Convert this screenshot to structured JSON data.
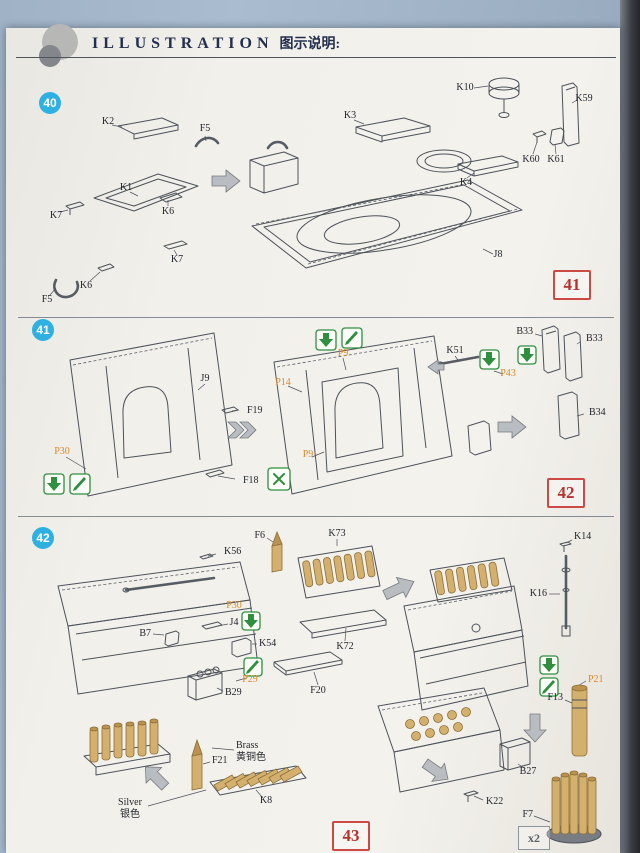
{
  "header": {
    "title_en": "ILLUSTRATION",
    "title_zh": "图示说明:"
  },
  "steps": [
    {
      "number": "40",
      "next": "41",
      "labels": {
        "k2": "K2",
        "f5_top": "F5",
        "k1": "K1",
        "k6_a": "K6",
        "k7_a": "K7",
        "k7_b": "K7",
        "k6_b": "K6",
        "f5_bottom": "F5",
        "k3": "K3",
        "k10": "K10",
        "k59": "K59",
        "k60": "K60",
        "k61": "K61",
        "k4": "K4",
        "j8": "J8"
      }
    },
    {
      "number": "41",
      "next": "42",
      "labels": {
        "j9": "J9",
        "f19": "F19",
        "f18": "F18",
        "p30": "P30",
        "p9_top": "P9",
        "p14": "P14",
        "p9_bottom": "P9",
        "k51": "K51",
        "p43": "P43",
        "b33_left": "B33",
        "b33_right": "B33",
        "b34": "B34"
      }
    },
    {
      "number": "42",
      "next": "43",
      "labels": {
        "k56": "K56",
        "p30": "P30",
        "j4": "J4",
        "b7": "B7",
        "k54": "K54",
        "p29": "P29",
        "b29": "B29",
        "f20": "F20",
        "f6": "F6",
        "k73": "K73",
        "k72": "K72",
        "k14": "K14",
        "k16": "K16",
        "p21": "P21",
        "f13": "F13",
        "b27": "B27",
        "k22": "K22",
        "f7": "F7",
        "f21": "F21",
        "k8": "K8",
        "x2": "x2",
        "brass_en": "Brass",
        "brass_zh": "黄铜色",
        "silver_en": "Silver",
        "silver_zh": "银色"
      }
    }
  ]
}
